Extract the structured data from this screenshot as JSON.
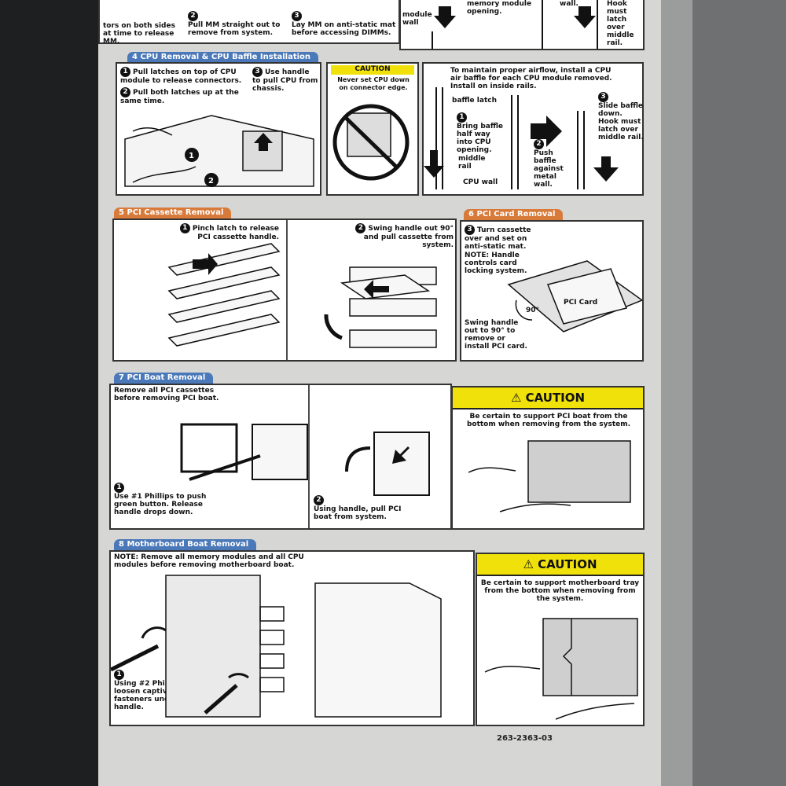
{
  "sections": {
    "top": {
      "step_a": "tors on both sides at time to release MM.",
      "step2_num": "2",
      "step2": "Pull MM straight out to remove from system.",
      "step3_num": "3",
      "step3": "Lay MM on anti-static mat before accessing DIMMs.",
      "module_wall": "module wall",
      "memory_opening": "memory module opening.",
      "wall": "wall.",
      "hook": "Hook must latch over middle rail."
    },
    "s4": {
      "tab": "4 CPU Removal & CPU Baffle Installation",
      "n1": "1",
      "step1": "Pull latches on top of CPU module to release connectors.",
      "n2": "2",
      "step2": "Pull both latches up at the same time.",
      "n3": "3",
      "step3": "Use handle to pull CPU from chassis.",
      "caution_title": "CAUTION",
      "caution_text": "Never set CPU down on connector edge.",
      "airflow": "To maintain proper airflow, install a CPU air baffle for each CPU module removed. Install on inside rails.",
      "baffle_latch": "baffle latch",
      "b1": "1",
      "bring": "Bring baffle half way into CPU opening.",
      "middle_rail": "middle rail",
      "cpu_wall": "CPU wall",
      "b2": "2",
      "push": "Push baffle against metal wall.",
      "b3": "3",
      "slide": "Slide baffle down. Hook must latch over middle rail."
    },
    "s5": {
      "tab": "5 PCI Cassette Removal",
      "n1": "1",
      "step1": "Pinch latch to release PCI cassette handle.",
      "n2": "2",
      "step2": "Swing handle out 90° and pull cassette from system."
    },
    "s6": {
      "tab": "6 PCI Card Removal",
      "n3": "3",
      "step3": "Turn cassette over and set on anti-static mat.",
      "note": "NOTE: Handle controls card locking system.",
      "swing": "Swing handle out to 90° to remove or install PCI card.",
      "card_label": "PCI Card",
      "angle": "90°"
    },
    "s7": {
      "tab": "7 PCI Boat Removal",
      "intro": "Remove all PCI cassettes before removing PCI boat.",
      "n1": "1",
      "step1": "Use #1 Phillips to push green button. Release handle drops down.",
      "n2": "2",
      "step2": "Using handle, pull PCI boat from system.",
      "caution_title": "⚠ CAUTION",
      "caution_text": "Be certain to support PCI boat from the bottom when removing from the system."
    },
    "s8": {
      "tab": "8 Motherboard Boat Removal",
      "note": "NOTE: Remove all memory modules and all CPU modules before removing motherboard boat.",
      "n1": "1",
      "step1": "Using #2 Phillips, loosen captive fasteners under handle.",
      "caution_title": "⚠ CAUTION",
      "caution_text": "Be certain to support motherboard tray from the bottom when removing from the system."
    },
    "part_number": "263-2363-03"
  },
  "colors": {
    "blue_tab": "#4a78b8",
    "orange_tab": "#d87a3a",
    "caution_yellow": "#f1e10a"
  }
}
